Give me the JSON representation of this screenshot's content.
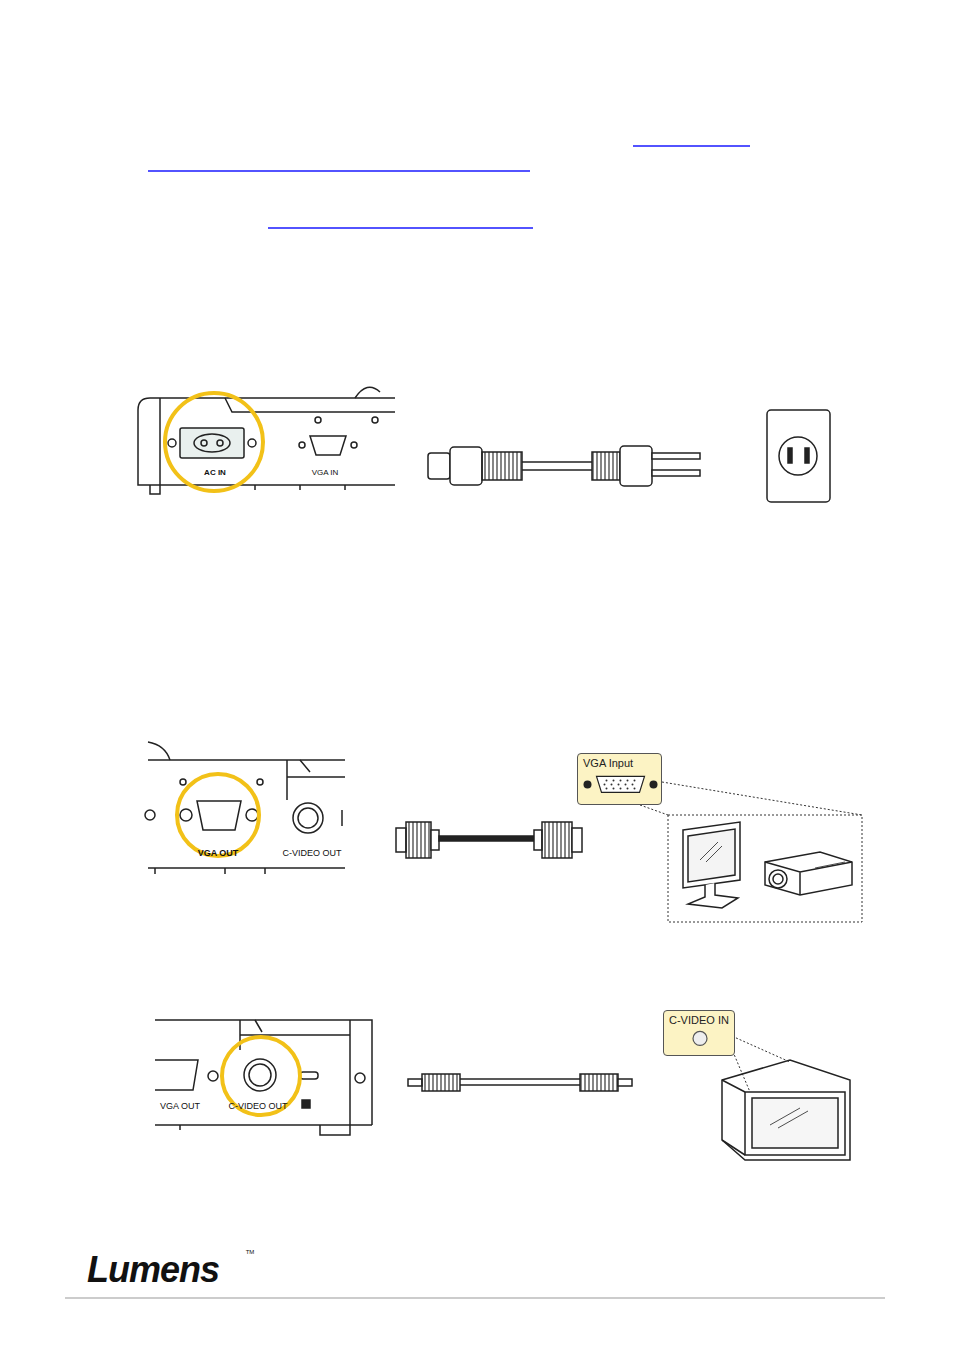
{
  "diagram": {
    "nodes": [
      {
        "text": [
          "VGA Input"
        ]
      },
      {
        "text": [
          "C-VIDEO IN"
        ]
      }
    ],
    "labels": [
      "AC IN",
      "VGA IN",
      "VGA OUT",
      "C-VIDEO OUT",
      "VGA OUT",
      "C-VIDEO OUT",
      "Lumens",
      "TM"
    ]
  }
}
